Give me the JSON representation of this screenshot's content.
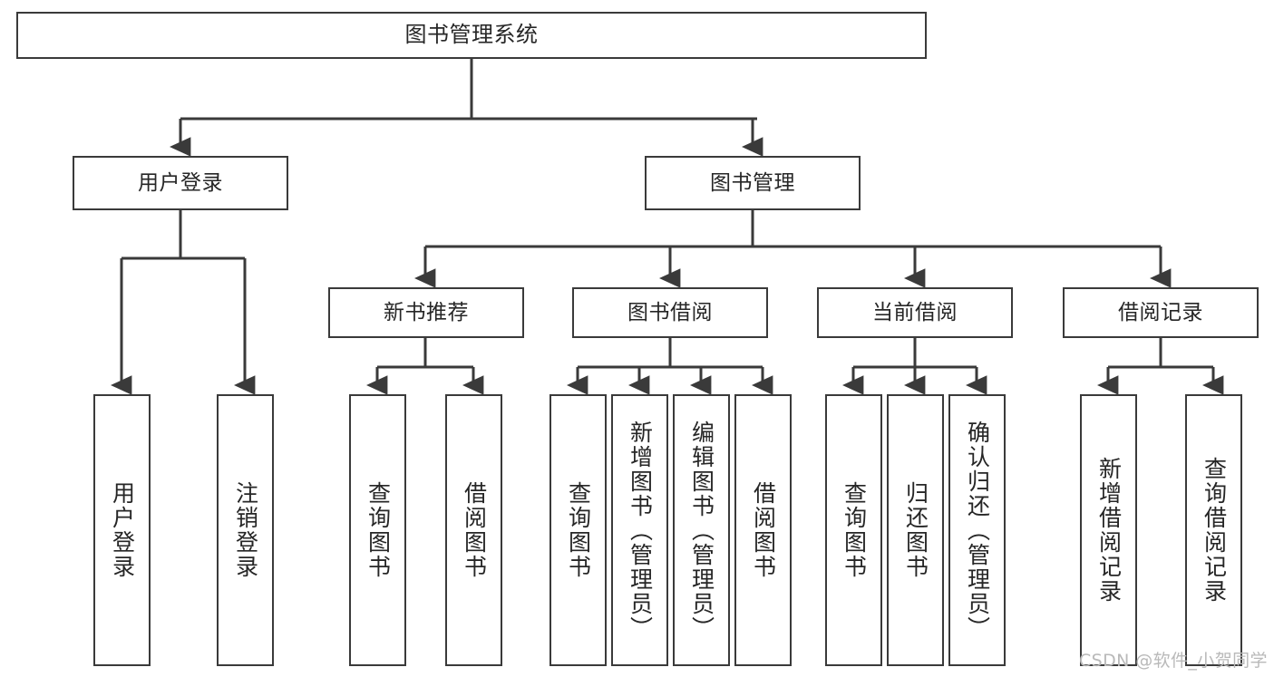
{
  "diagram": {
    "title": "图书管理系统",
    "type": "tree-hierarchy",
    "watermark": "CSDN @软件_小贺同学",
    "colors": {
      "stroke": "#3a3a3a",
      "fill": "#ffffff",
      "text": "#262626",
      "watermark": "#b9b9b9"
    },
    "nodes": {
      "root": {
        "label": "图书管理系统"
      },
      "level2": [
        {
          "id": "user-login",
          "label": "用户登录"
        },
        {
          "id": "book-manage",
          "label": "图书管理"
        }
      ],
      "level3": [
        {
          "id": "new-book-rec",
          "label": "新书推荐"
        },
        {
          "id": "book-borrow",
          "label": "图书借阅"
        },
        {
          "id": "current-borrow",
          "label": "当前借阅"
        },
        {
          "id": "borrow-record",
          "label": "借阅记录"
        }
      ],
      "leaves": [
        {
          "id": "leaf-user-login",
          "label": "用户登录",
          "parent": "user-login"
        },
        {
          "id": "leaf-logout",
          "label": "注销登录",
          "parent": "user-login"
        },
        {
          "id": "leaf-query-book-1",
          "label": "查询图书",
          "parent": "new-book-rec"
        },
        {
          "id": "leaf-borrow-book-1",
          "label": "借阅图书",
          "parent": "new-book-rec"
        },
        {
          "id": "leaf-query-book-2",
          "label": "查询图书",
          "parent": "book-borrow"
        },
        {
          "id": "leaf-add-book",
          "label": "新增图书（管理员）",
          "parent": "book-borrow"
        },
        {
          "id": "leaf-edit-book",
          "label": "编辑图书（管理员）",
          "parent": "book-borrow"
        },
        {
          "id": "leaf-borrow-book-2",
          "label": "借阅图书",
          "parent": "book-borrow"
        },
        {
          "id": "leaf-query-book-3",
          "label": "查询图书",
          "parent": "current-borrow"
        },
        {
          "id": "leaf-return-book",
          "label": "归还图书",
          "parent": "current-borrow"
        },
        {
          "id": "leaf-confirm-return",
          "label": "确认归还（管理员）",
          "parent": "current-borrow"
        },
        {
          "id": "leaf-add-record",
          "label": "新增借阅记录",
          "parent": "borrow-record"
        },
        {
          "id": "leaf-query-record",
          "label": "查询借阅记录",
          "parent": "borrow-record"
        }
      ]
    }
  }
}
